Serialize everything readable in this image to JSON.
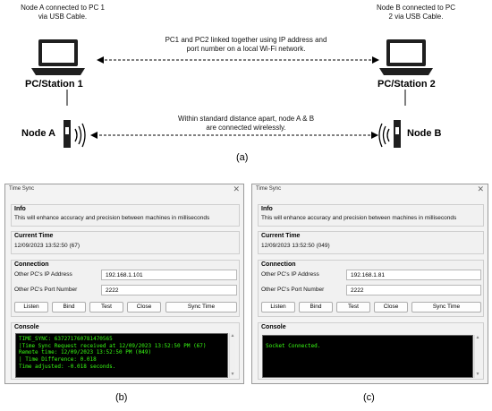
{
  "diagram": {
    "node_a_pc_note": [
      "Node A connected to PC 1",
      "via USB Cable."
    ],
    "node_b_pc_note": [
      "Node B connected to PC",
      "2 via USB Cable."
    ],
    "pc_link_note": [
      "PC1 and PC2 linked together using IP address and",
      "port number on a local Wi-Fi network."
    ],
    "wireless_note": [
      "Within standard distance apart, node A & B",
      "are connected wirelessly."
    ],
    "pc1_label": "PC/Station 1",
    "pc2_label": "PC/Station 2",
    "node_a_label": "Node A",
    "node_b_label": "Node B",
    "caption_a": "(a)"
  },
  "panel_b": {
    "title": "Time Sync",
    "info_title": "Info",
    "info_text": "This will enhance accuracy and precision between machines in milliseconds",
    "time_title": "Current Time",
    "time_value": "12/09/2023 13:52:50 (67)",
    "conn_title": "Connection",
    "ip_label": "Other PC's IP Address",
    "ip_value": "192.168.1.101",
    "port_label": "Other PC's Port Number",
    "port_value": "2222",
    "buttons": [
      "Listen",
      "Bind",
      "Test",
      "Close",
      "Sync Time"
    ],
    "console_title": "Console",
    "console_lines": [
      "TIME_SYNC: 637271760781470565",
      "|Time Sync Request received at 12/09/2023 13:52:50 PM (67)",
      "Remote time: 12/09/2023 13:52:50 PM (049)",
      "| Time Difference: 0.018",
      "Time adjusted: -0.018 seconds."
    ],
    "caption": "(b)"
  },
  "panel_c": {
    "title": "Time Sync",
    "info_title": "Info",
    "info_text": "This will enhance accuracy and precision between machines in milliseconds",
    "time_title": "Current Time",
    "time_value": "12/09/2023 13:52:50 (049)",
    "conn_title": "Connection",
    "ip_label": "Other PC's IP Address",
    "ip_value": "192.168.1.81",
    "port_label": "Other PC's Port Number",
    "port_value": "2222",
    "buttons": [
      "Listen",
      "Bind",
      "Test",
      "Close",
      "Sync Time"
    ],
    "console_title": "Console",
    "console_lines": [
      "Socket Connected."
    ],
    "caption": "(c)"
  },
  "colors": {
    "console_bg": "#000000",
    "console_text": "#39ff14",
    "window_bg": "#f3f3f3"
  },
  "icons": [
    "close-icon",
    "laptop-icon",
    "wireless-node-icon",
    "scroll-up-icon",
    "scroll-down-icon"
  ]
}
